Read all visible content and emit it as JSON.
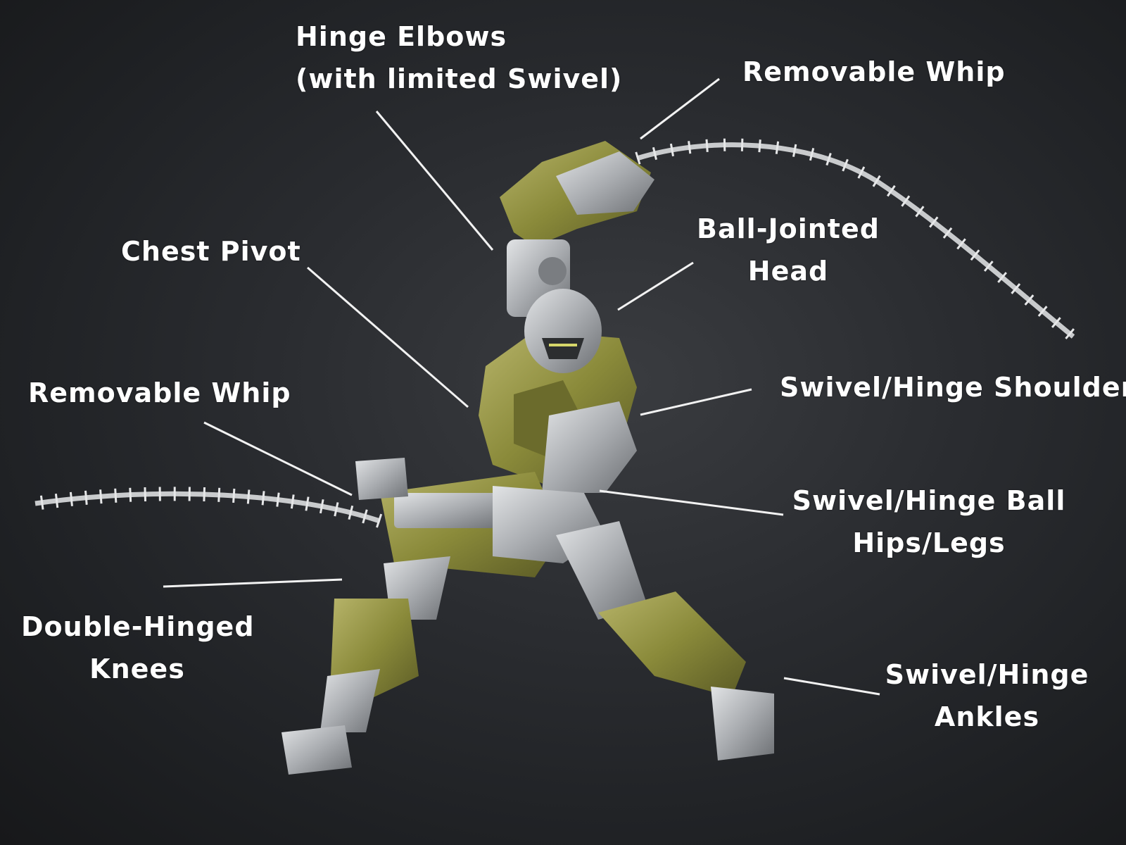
{
  "callouts": {
    "hinge_elbows": [
      "Hinge Elbows",
      "(with limited Swivel)"
    ],
    "removable_whip_top": [
      "Removable Whip"
    ],
    "ball_jointed_head": [
      "Ball-Jointed",
      "Head"
    ],
    "chest_pivot": [
      "Chest Pivot"
    ],
    "removable_whip_left": [
      "Removable Whip"
    ],
    "swivel_hinge_shoulders": [
      "Swivel/Hinge Shoulders"
    ],
    "swivel_hinge_hips": [
      "Swivel/Hinge Ball",
      "Hips/Legs"
    ],
    "double_hinged_knees": [
      "Double-Hinged",
      "Knees"
    ],
    "swivel_hinge_ankles": [
      "Swivel/Hinge",
      "Ankles"
    ]
  },
  "colors": {
    "background": "#2a2c30",
    "label_text": "#ffffff",
    "leader_line": "#f2f2f2",
    "armor_olive": "#8a8a3a",
    "armor_silver": "#b9bcc0"
  }
}
